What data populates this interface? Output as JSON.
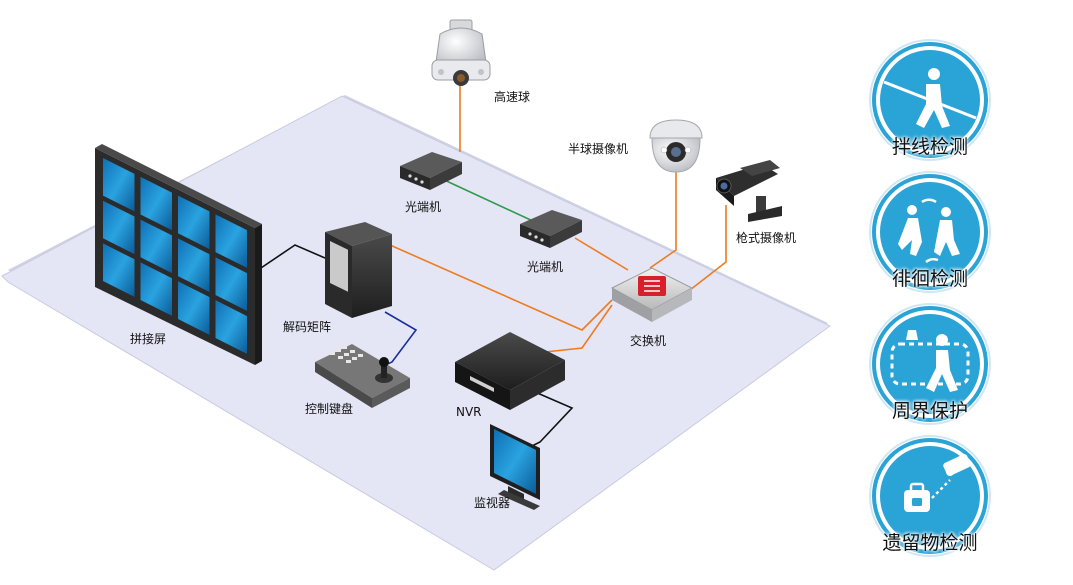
{
  "devices": {
    "speed_dome": "高速球",
    "fiber_top": "光端机",
    "fiber_mid": "光端机",
    "dome_camera": "半球摄像机",
    "bullet_camera": "枪式摄像机",
    "splice_screen": "拼接屏",
    "decoder_matrix": "解码矩阵",
    "control_keyboard": "控制键盘",
    "switch": "交换机",
    "nvr": "NVR",
    "monitor": "监视器"
  },
  "features": [
    {
      "label": "拌线检测",
      "icon": "tripwire-icon"
    },
    {
      "label": "徘徊检测",
      "icon": "loitering-icon"
    },
    {
      "label": "周界保护",
      "icon": "perimeter-icon"
    },
    {
      "label": "遗留物检测",
      "icon": "left-object-icon"
    }
  ],
  "colors": {
    "floor": "#e4e6f6",
    "floor_edge": "#cfd2e4",
    "link_orange": "#f07a1e",
    "link_green": "#2f9a4a",
    "link_blue": "#1a2f9a",
    "link_black": "#111111",
    "feature_blue": "#2aa3d6",
    "screen_blue": "#1c8fd0"
  }
}
